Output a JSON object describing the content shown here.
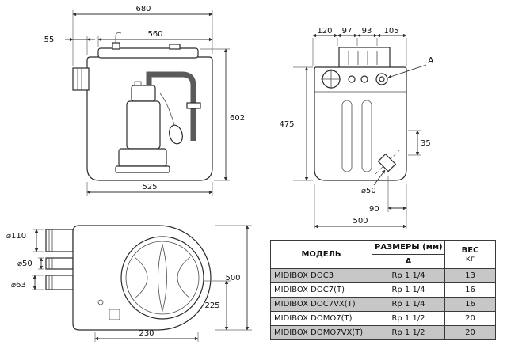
{
  "front_view": {
    "dims": {
      "total_width": "680",
      "stub_offset": "55",
      "lid_width": "560",
      "total_height": "602",
      "base_width": "525"
    }
  },
  "side_view": {
    "dims": {
      "seg1": "120",
      "seg2": "97",
      "seg3": "93",
      "seg4": "105",
      "height": "475",
      "drain_offset_vertical": "35",
      "drain_diameter": "⌀50",
      "drain_offset_horizontal": "90",
      "width": "500"
    },
    "labels": {
      "connection": "A"
    }
  },
  "top_view": {
    "dims": {
      "inlet_diameter": "⌀110",
      "vent_diameter": "⌀50",
      "outlet_diameter": "⌀63",
      "length": "500",
      "lid_offset": "225",
      "width": "230"
    }
  },
  "table": {
    "headers": {
      "model": "МОДЕЛЬ",
      "dimensions": "РАЗМЕРЫ (мм)",
      "dimension_a": "A",
      "weight": "ВЕС",
      "weight_unit": "кг"
    },
    "rows": [
      {
        "model": "MIDIBOX DOC3",
        "a": "Rp 1 1/4",
        "weight": "13"
      },
      {
        "model": "MIDIBOX DOC7(T)",
        "a": "Rp 1 1/4",
        "weight": "16"
      },
      {
        "model": "MIDIBOX DOC7VX(T)",
        "a": "Rp 1 1/4",
        "weight": "16"
      },
      {
        "model": "MIDIBOX DOMO7(T)",
        "a": "Rp 1 1/2",
        "weight": "20"
      },
      {
        "model": "MIDIBOX DOMO7VX(T)",
        "a": "Rp 1 1/2",
        "weight": "20"
      }
    ]
  },
  "colors": {
    "line": "#333333",
    "shaded_row": "#c7c7c7",
    "table_border": "#3a3a3a"
  }
}
